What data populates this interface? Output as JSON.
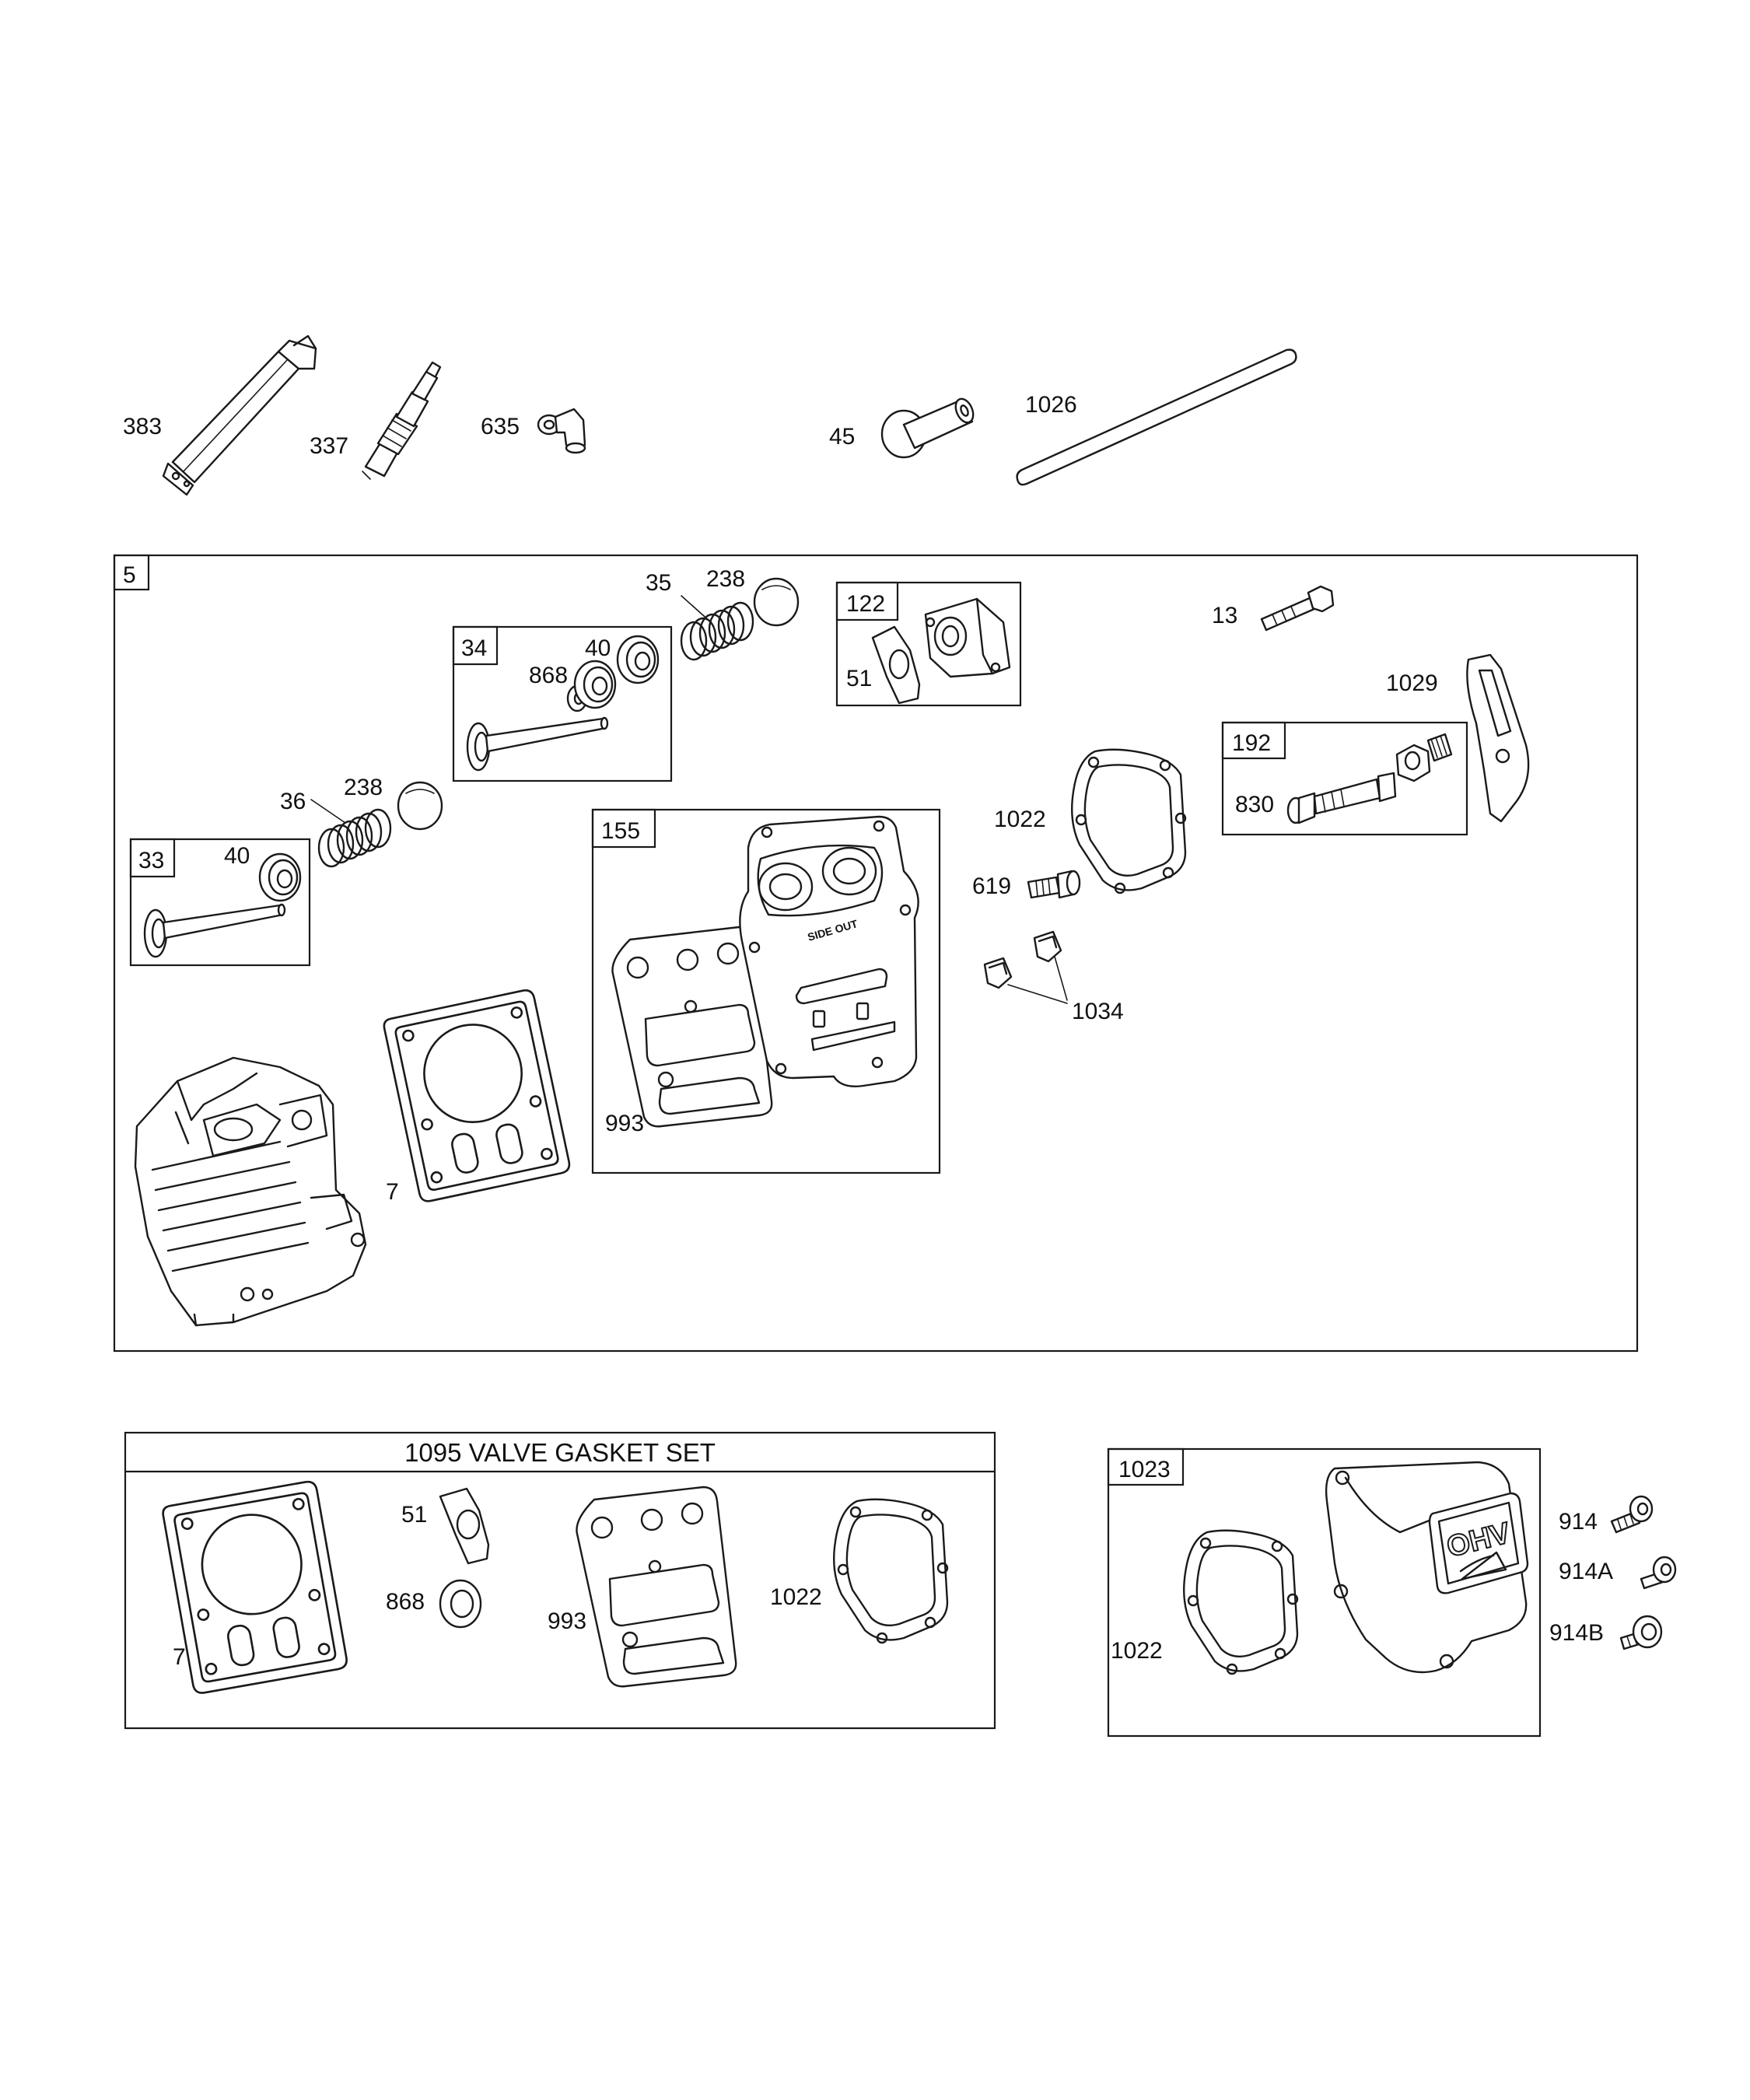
{
  "groups": {
    "g5": "5",
    "g34": "34",
    "g33": "33",
    "g122": "122",
    "g155": "155",
    "g192": "192",
    "g1023": "1023",
    "g1095": "1095 VALVE GASKET SET"
  },
  "labels": {
    "p383": "383",
    "p337": "337",
    "p635": "635",
    "p45": "45",
    "p1026": "1026",
    "p35": "35",
    "p238a": "238",
    "p40a": "40",
    "p868a": "868",
    "p51a": "51",
    "p13": "13",
    "p1029": "1029",
    "p238b": "238",
    "p36": "36",
    "p40b": "40",
    "p1022a": "1022",
    "p830": "830",
    "p619": "619",
    "p1034": "1034",
    "p993a": "993",
    "p7a": "7",
    "p51b": "51",
    "p868b": "868",
    "p993b": "993",
    "p1022b": "1022",
    "p7b": "7",
    "p1022c": "1022",
    "p914": "914",
    "p914A": "914A",
    "p914B": "914B"
  },
  "stamps": {
    "side_out": "SIDE OUT",
    "ohv_logo": "OHV"
  }
}
